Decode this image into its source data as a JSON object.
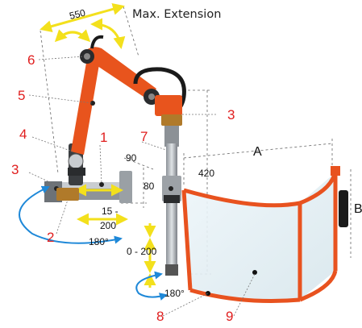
{
  "title": "Max. Extension",
  "labels": {
    "n1": "1",
    "n2": "2",
    "n3a": "3",
    "n3b": "3",
    "n4": "4",
    "n5": "5",
    "n6": "6",
    "n7": "7",
    "n8": "8",
    "n9": "9"
  },
  "dimensions": {
    "d550": "550",
    "d420": "420",
    "d90": "90",
    "d80": "80",
    "d15a": "15 -",
    "d15b": "200",
    "d0200": "0 - 200",
    "deg180a": "180°",
    "deg180b": "180°",
    "dA": "A",
    "dB": "B"
  },
  "colors": {
    "arm": "#e8541d",
    "clamp": "#b07a2a",
    "guard_frame": "#e8521f",
    "arrow_blue": "#1e88d8",
    "arrow_yellow": "#f3e01c",
    "label_red": "#e01e1e"
  }
}
